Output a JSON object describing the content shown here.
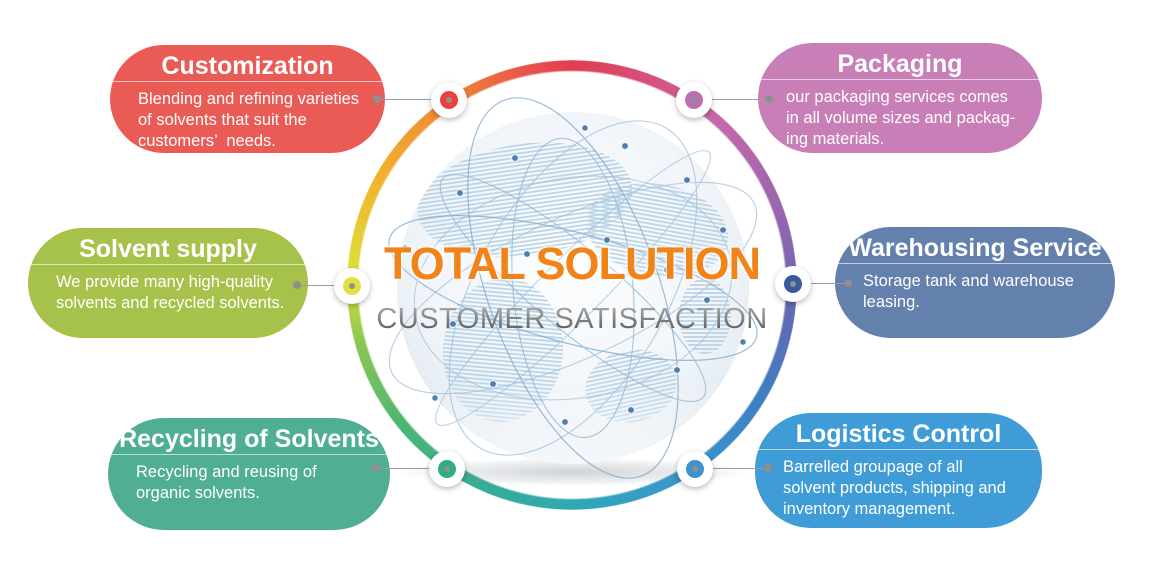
{
  "center": {
    "title": "TOTAL SOLUTION",
    "subtitle": "CUSTOMER SATISFACTION",
    "title_color": "#F08418"
  },
  "ring": {
    "gradient_stops": [
      "#E23C4F 0deg",
      "#C668A9 42deg",
      "#9065AE 75deg",
      "#5F6BB3 98deg",
      "#3F7EC2 120deg",
      "#3B96CF 150deg",
      "#2FA8B5 180deg",
      "#35AE92 205deg",
      "#4BB573 230deg",
      "#8CC653 255deg",
      "#DCE13A 272deg",
      "#F2B02D 300deg",
      "#EE8038 330deg",
      "#E85450 348deg",
      "#E23C4F 360deg"
    ]
  },
  "sections": [
    {
      "id": "customization",
      "position": "top-left",
      "title": "Customization",
      "body": "Blending and refining varieties\nof solvents that suit the\ncustomers’  needs.",
      "color": "#EA5B55",
      "node_color": "#E8413E"
    },
    {
      "id": "packaging",
      "position": "top-right",
      "title": "Packaging",
      "body": "our packaging services comes\nin all volume sizes and packag-\ning materials.",
      "color": "#C87EB6",
      "node_color": "#BC6FB0"
    },
    {
      "id": "solvent-supply",
      "position": "middle-left",
      "title": "Solvent supply",
      "body": "We provide many high-quality\nsolvents and recycled solvents.",
      "color": "#A6C24B",
      "node_color": "#E2DF3F"
    },
    {
      "id": "warehousing-service",
      "position": "middle-right",
      "title": "Warehousing Service",
      "body": "Storage tank and warehouse\nleasing.",
      "color": "#6480AC",
      "node_color": "#3A5A9E"
    },
    {
      "id": "recycling-of-solvents",
      "position": "bottom-left",
      "title": "Recycling of Solvents",
      "body": "Recycling and reusing of\norganic solvents.",
      "color": "#4FAE94",
      "node_color": "#2FAE85"
    },
    {
      "id": "logistics-control",
      "position": "bottom-right",
      "title": "Logistics Control",
      "body": "Barrelled groupage of all\nsolvent products, shipping and\ninventory management.",
      "color": "#3F9CD6",
      "node_color": "#3D93CC"
    }
  ]
}
